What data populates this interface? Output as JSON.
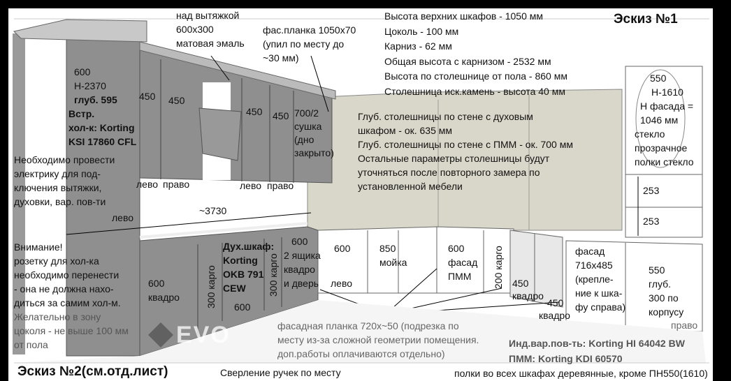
{
  "title_sketch1": "Эскиз №1",
  "title_sketch2": "Эскиз №2(см.отд.лист)",
  "logo": "EVO",
  "hood_panel": [
    "над вытяжкой",
    "600х300",
    "матовая эмаль"
  ],
  "facade_strip": [
    "фас.планка 1050х70",
    "(упил по месту до",
    "~30 мм)"
  ],
  "specs": [
    "Высота верхних шкафов - 1050 мм",
    "Цоколь - 100 мм",
    "Карниз - 62 мм",
    "Общая высота с карнизом - 2532 мм",
    "Высота по столешнице от пола - 860 мм",
    "Столешница иск.камень - высота 40 мм"
  ],
  "fridge_column": {
    "width": "600",
    "height": "Н-2370",
    "depth": "глуб. 595",
    "l1": "Встр.",
    "l2": "хол-к: Korting",
    "l3": "KSI 17860 CFL"
  },
  "upper": {
    "w1": "450",
    "w2": "450",
    "w3": "450",
    "w4": "450",
    "dryer": [
      "700/2",
      "сушка",
      "(дно",
      "закрыто)"
    ],
    "left1": "лево",
    "right1": "право",
    "left2": "лево",
    "right2": "право"
  },
  "electric_note": [
    "Необходимо провести",
    "электрику для под-",
    "ключения вытяжки,",
    "духовки, вар. пов-ти"
  ],
  "left_label": "лево",
  "length": "~3730",
  "attention_note": [
    "Внимание!",
    "розетку для хол-ка",
    "необходимо перенести",
    "- она не должна нахо-",
    "диться за самим хол-м.",
    "Желательно в зону",
    "цоколя - не выше 100 мм",
    "от пола"
  ],
  "lower": {
    "drawers_w": "600",
    "drawers_type": "квадро",
    "cargo1": "300 карго",
    "oven": [
      "Дух.шкаф:",
      "Korting",
      "OKB 791",
      "CEW"
    ],
    "oven_w": "600",
    "cargo2": "300 карго",
    "unit600": [
      "600",
      "2 ящика",
      "квадро",
      "и дверь"
    ],
    "corner_w": "600",
    "corner_side": "лево",
    "sink": [
      "850",
      "мойка"
    ],
    "dw": [
      "600",
      "фасад",
      "ПММ"
    ],
    "cargo3": "200 карго",
    "d450a": [
      "450",
      "квадро"
    ],
    "d450b": [
      "450",
      "квадро"
    ],
    "facade": [
      "фасад",
      "716х485",
      "(крепле-",
      "ние к шка-",
      "фу справа)"
    ],
    "right_unit": [
      "550",
      "глуб.",
      "300 по",
      "корпусу"
    ],
    "right_side": "право"
  },
  "tall_right": {
    "lines": [
      "550",
      "Н-1610",
      "Н фасада =",
      "1046 мм",
      "стекло",
      "прозрачное",
      "полки стекло"
    ],
    "s1": "253",
    "s2": "253"
  },
  "worktop_note": [
    "Глуб. столешницы по стене с духовым",
    "шкафом - ок. 635 мм",
    "Глуб. столешницы по стене с ПММ - ок. 700 мм",
    "Остальные параметры столешницы будут",
    "уточняться после повторного замера по",
    "установленной мебели"
  ],
  "plinth_note": [
    "фасадная планка 720х~50 (подрезка по",
    "месту из-за сложной геометрии помещения.",
    "доп.работы оплачиваются отдельно)"
  ],
  "appliances": [
    "Инд.вар.пов-ть: Korting HI 64042 BW",
    "ПММ: Korting KDI 60570"
  ],
  "drilling_note": "Сверление ручек по месту",
  "shelves_note": "полки во всех шкафах деревянные, кроме ПН550(1610)",
  "colors": {
    "cabinet": "#8f8f8f",
    "wall": "#d9d7c9",
    "white": "#ffffff",
    "text": "#111111"
  }
}
